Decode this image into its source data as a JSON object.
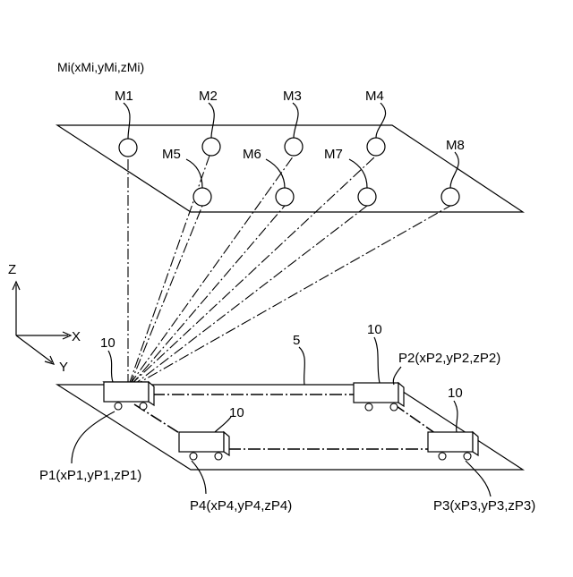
{
  "labels": {
    "marker_coord_formula": "Mi(xMi,yMi,zMi)",
    "axis_z": "Z",
    "axis_x": "X",
    "axis_y": "Y",
    "floor_ref": "5",
    "vehicle_ref": "10",
    "p1": "P1(xP1,yP1,zP1)",
    "p2": "P2(xP2,yP2,zP2)",
    "p3": "P3(xP3,yP3,zP3)",
    "p4": "P4(xP4,yP4,zP4)"
  },
  "markers": [
    "M1",
    "M2",
    "M3",
    "M4",
    "M5",
    "M6",
    "M7",
    "M8"
  ]
}
